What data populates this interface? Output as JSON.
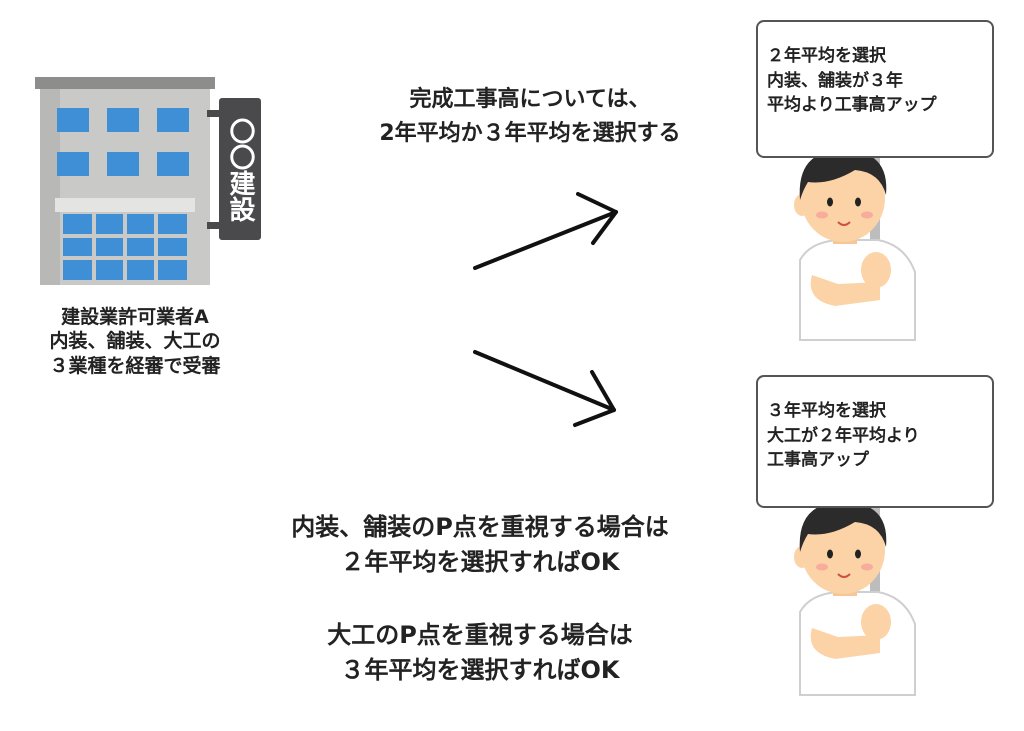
{
  "building": {
    "sign_text": "〇〇建設",
    "label": "建設業許可業者A\n内装、舗装、大工の\n３業種を経審で受審"
  },
  "intro_text": "完成工事高については、\n2年平均か３年平均を選択する",
  "options": [
    {
      "sign_text": "２年平均を選択\n内装、舗装が３年\n平均より工事高アップ"
    },
    {
      "sign_text": "３年平均を選択\n大工が２年平均より\n工事高アップ"
    }
  ],
  "conclusions": [
    "内装、舗装のP点を重視する場合は\n２年平均を選択すればOK",
    "大工のP点を重視する場合は\n３年平均を選択すればOK"
  ],
  "colors": {
    "building_wall": "#c9c9c7",
    "window_blue": "#3f8fd6",
    "sign_board": "#4a4a4c",
    "skin": "#fbd3a7",
    "hair": "#2b2b2b"
  }
}
